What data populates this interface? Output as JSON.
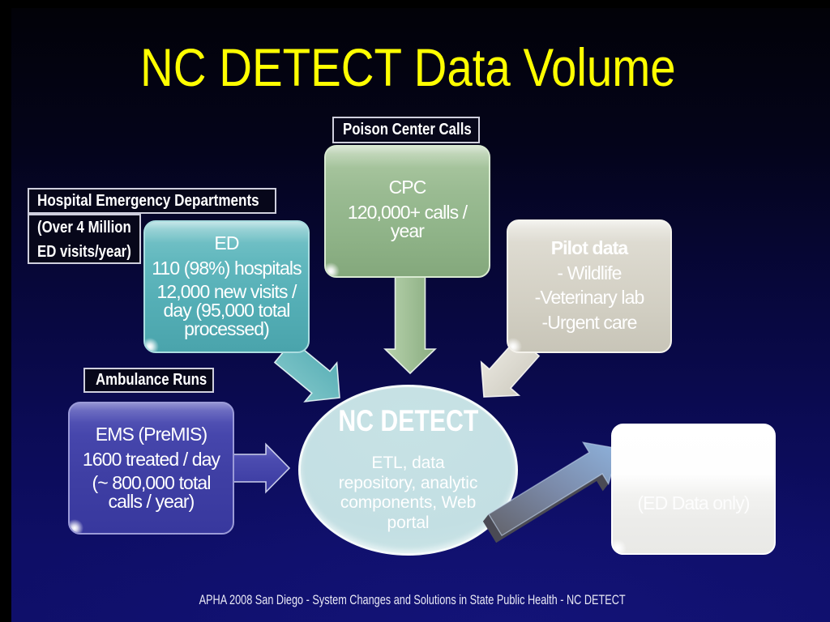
{
  "slide": {
    "title": "NC DETECT Data Volume",
    "footer": "APHA 2008 San Diego - System Changes and Solutions in State Public Health - NC DETECT"
  },
  "labels": {
    "poison": "Poison Center Calls",
    "hospital": "Hospital Emergency Departments",
    "over4m_line1": "(Over 4 Million",
    "over4m_line2": "ED visits/year)",
    "ambulance": "Ambulance Runs"
  },
  "boxes": {
    "ed": {
      "lines": [
        "ED",
        "110 (98%) hospitals",
        "12,000 new visits /",
        "day (95,000 total",
        "processed)"
      ]
    },
    "cpc": {
      "lines": [
        "CPC",
        "120,000+ calls /",
        "year"
      ]
    },
    "pilot": {
      "title": "Pilot data",
      "lines": [
        "- Wildlife",
        "-Veterinary lab",
        "-Urgent care"
      ]
    },
    "ems": {
      "lines": [
        "EMS (PreMIS)",
        "1600 treated / day",
        "(~ 800,000 total",
        "calls / year)"
      ]
    },
    "output": {
      "text": "(ED Data only)"
    }
  },
  "ellipse": {
    "title": "NC DETECT",
    "lines": [
      "ETL, data",
      "repository, analytic",
      "components, Web",
      "portal"
    ]
  },
  "colors": {
    "background_top": "#020208",
    "background_bottom": "#0f0f6a",
    "title_yellow": "#ffff00",
    "box_ed_teal": "#5bb3b9",
    "box_cpc_green": "#9cbd95",
    "box_pilot_gray": "#d6d3c8",
    "box_ems_indigo": "#4343a8",
    "box_output_white": "#f5f5f3",
    "ellipse_blue": "#c5e0e4",
    "label_bg_black": "#08081a",
    "text_white": "#ffffff"
  }
}
